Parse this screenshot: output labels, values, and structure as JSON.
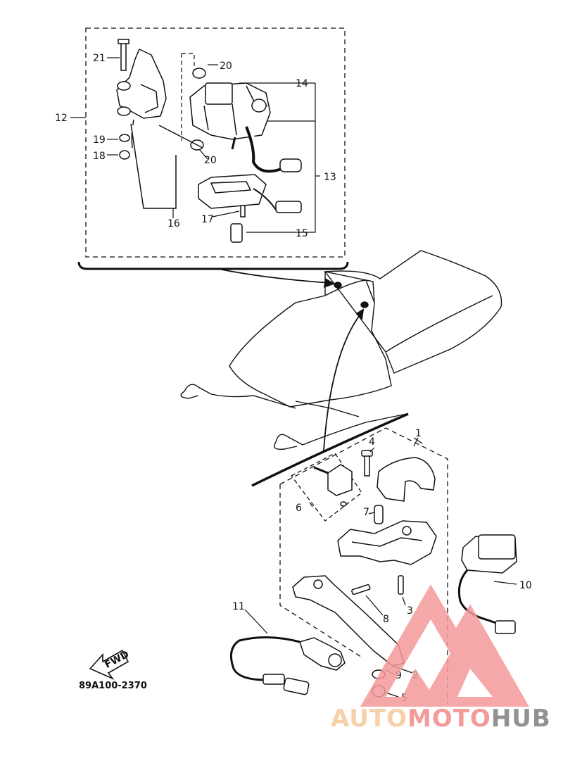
{
  "diagram": {
    "part_code": "89A100-2370",
    "fwd_label": "FWD",
    "callouts": {
      "c1": "1",
      "c2": "2",
      "c3": "3",
      "c4": "4",
      "c5": "5",
      "c6": "6",
      "c7": "7",
      "c8": "8",
      "c9": "9",
      "c10": "10",
      "c11": "11",
      "c12": "12",
      "c13": "13",
      "c14": "14",
      "c15": "15",
      "c16": "16",
      "c17": "17",
      "c18": "18",
      "c19": "19",
      "c20a": "20",
      "c20b": "20",
      "c21": "21"
    }
  },
  "watermark": {
    "part_auto": "AUTO",
    "part_moto": "MOTO",
    "part_hub": "HUB",
    "colors": {
      "auto": "#f6c79a",
      "moto": "#f28a8a",
      "hub": "#7f7f7f",
      "triangle": "#f59a9a"
    }
  },
  "colors": {
    "ink": "#111111",
    "paper": "#ffffff"
  }
}
